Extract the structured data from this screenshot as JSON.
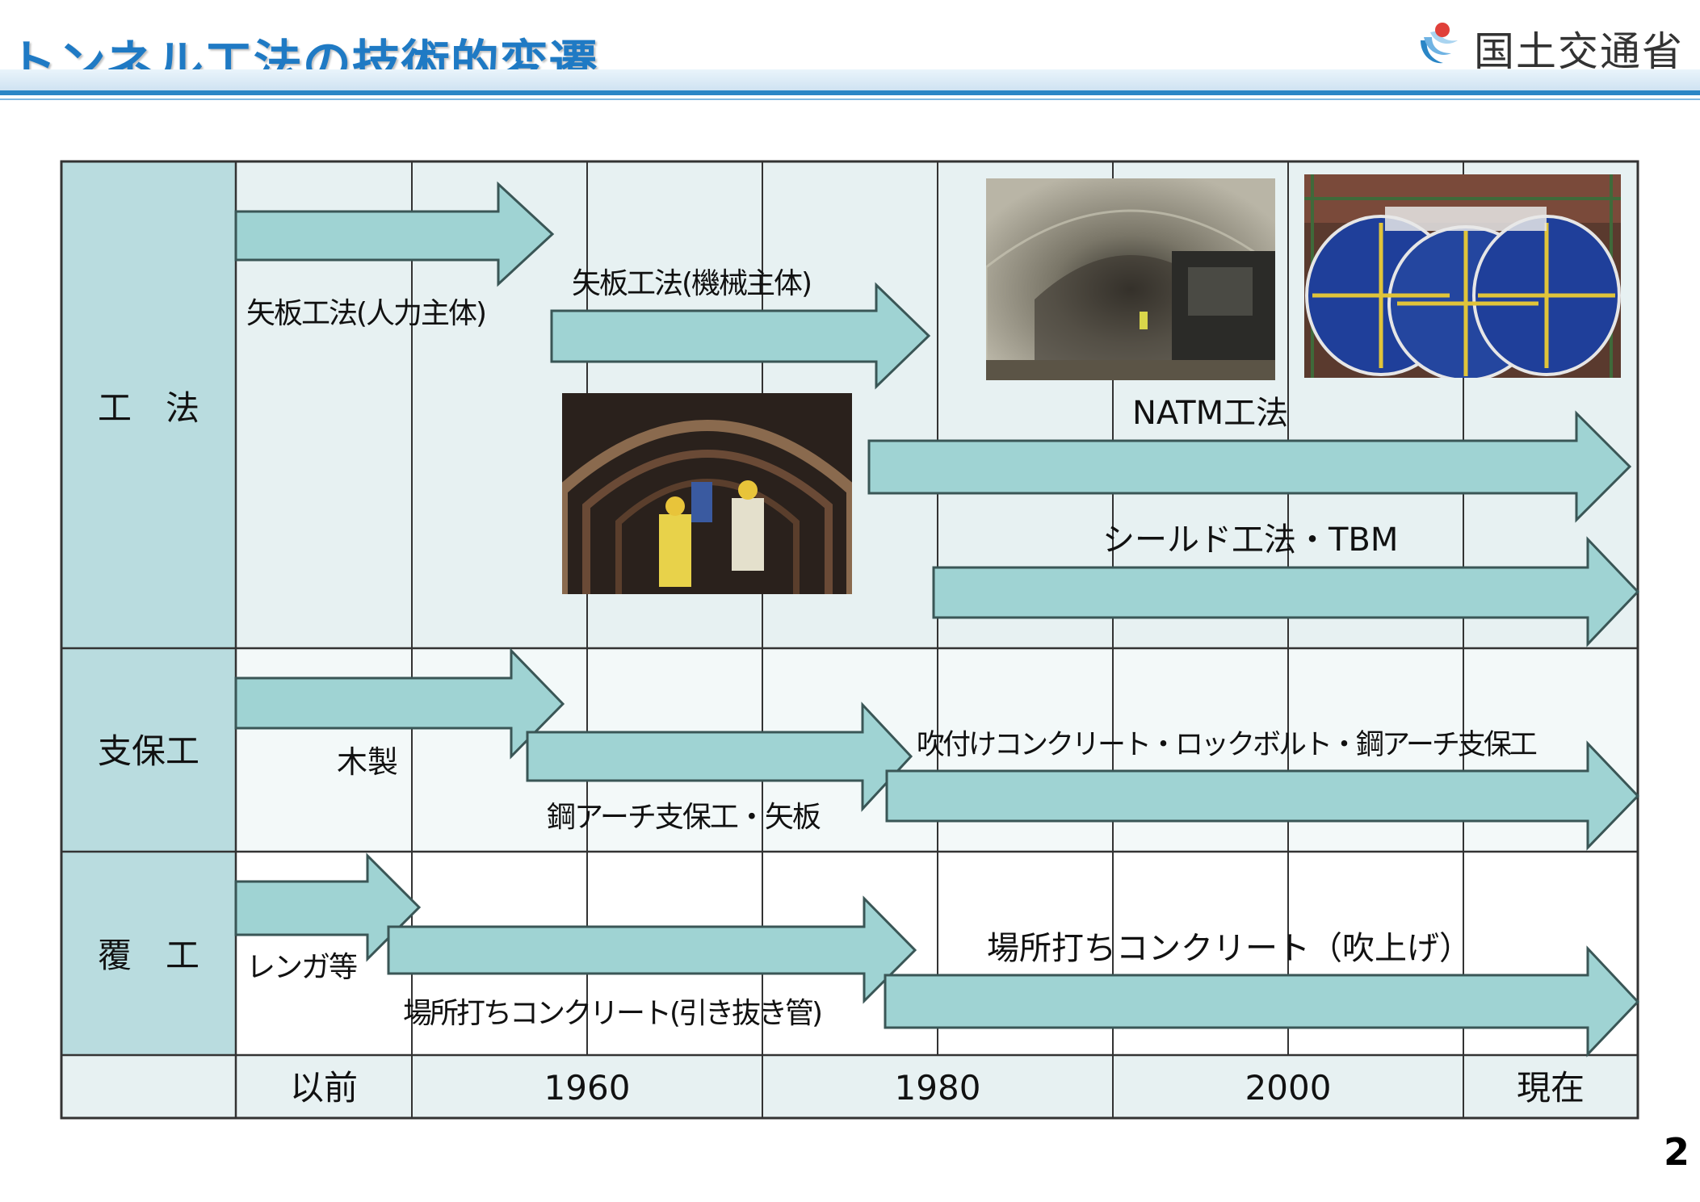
{
  "header": {
    "title": "トンネル工法の技術的変遷",
    "logo_text": "国土交通省",
    "page_number": "2"
  },
  "rows": {
    "method": "工　法",
    "support": "支保工",
    "lining": "覆　工"
  },
  "timeline": {
    "labels": [
      "以前",
      "1960",
      "1980",
      "2000",
      "現在"
    ]
  },
  "arrows": {
    "yaita_manual": "矢板工法(人力主体)",
    "yaita_machine": "矢板工法(機械主体)",
    "natm": "NATM工法",
    "shield": "シールド工法・TBM",
    "wood": "木製",
    "steel_arch": "鋼アーチ支保工・矢板",
    "shotcrete": "吹付けコンクリート・ロックボルト・鋼アーチ支保工",
    "brick": "レンガ等",
    "cast_pipe": "場所打ちコンクリート(引き抜き管)",
    "cast_blow": "場所打ちコンクリート（吹上げ）"
  },
  "colors": {
    "title": "#1f7ac4",
    "header_cell": "#b9dcdf",
    "arrow_fill": "#9fd3d3",
    "arrow_stroke": "#3a5656",
    "row1_bg": "#e7f1f2",
    "row2_bg": "#f3f9f9"
  },
  "photos": [
    {
      "name": "tunnel-excavation-photo"
    },
    {
      "name": "shield-machine-photo"
    },
    {
      "name": "workers-steel-arch-photo"
    }
  ]
}
